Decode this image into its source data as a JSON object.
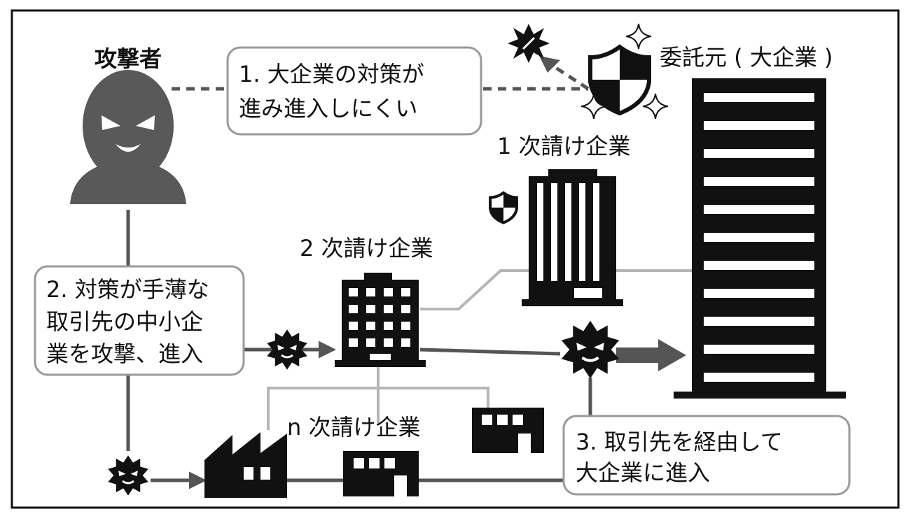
{
  "labels": {
    "attacker": "攻撃者",
    "client": "委託元 ( 大企業 )",
    "tier1": "1 次請け企業",
    "tier2": "2 次請け企業",
    "tierN": "n 次請け企業"
  },
  "callouts": {
    "step1": [
      "1. 大企業の対策が",
      "進み進入しにくい"
    ],
    "step2": [
      "2. 対策が手薄な",
      "取引先の中小企",
      "業を攻撃、進入"
    ],
    "step3": [
      "3. 取引先を経由して",
      "大企業に進入"
    ]
  },
  "colors": {
    "ink": "#111111",
    "attacker_gray": "#595959",
    "line_dark": "#555555",
    "line_light": "#b5b5b5",
    "callout_border": "#9a9a9a"
  },
  "icons": {
    "attacker": "attacker-icon",
    "virus": "virus-icon",
    "shield": "shield-icon",
    "sparkle": "sparkle-icon",
    "skyscraper": "skyscraper-icon",
    "building": "office-building-icon",
    "factory": "factory-icon",
    "shop": "small-office-icon",
    "burst": "blocked-burst-icon"
  }
}
